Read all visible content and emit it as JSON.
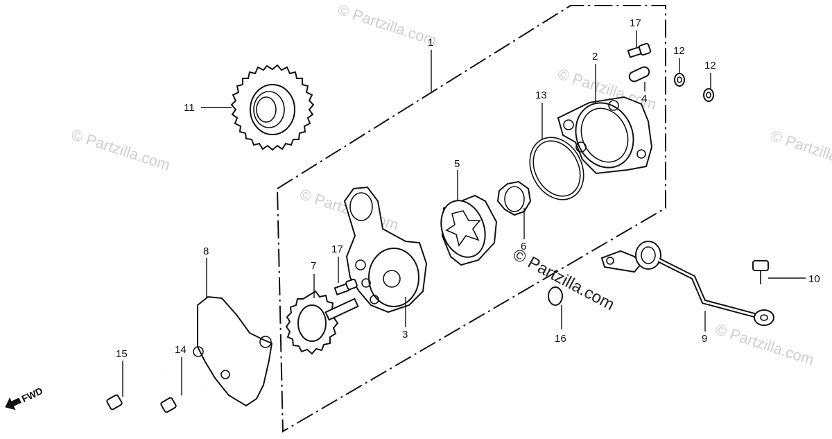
{
  "watermark": "© Partzilla.com",
  "center_watermark": "© Partzilla.com",
  "fwd_label": "FWD",
  "callouts": {
    "c1": "1",
    "c2": "2",
    "c3": "3",
    "c4": "4",
    "c5": "5",
    "c6": "6",
    "c7": "7",
    "c8": "8",
    "c9": "9",
    "c10": "10",
    "c11": "11",
    "c12a": "12",
    "c12b": "12",
    "c13": "13",
    "c14": "14",
    "c15": "15",
    "c16": "16",
    "c17a": "17",
    "c17b": "17"
  }
}
